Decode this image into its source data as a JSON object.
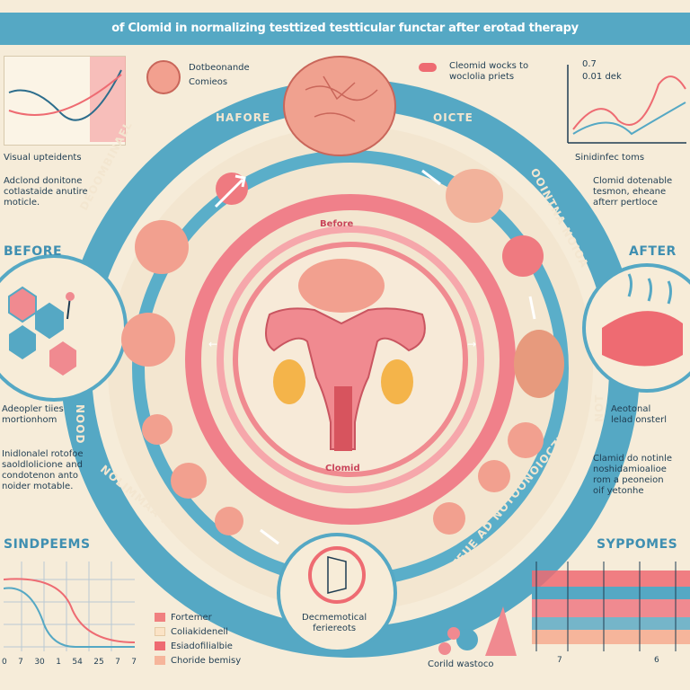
{
  "banner": {
    "title": "of Clomid in normalizing testtized testticular functar after erotad therapy"
  },
  "top_left": {
    "caption": "Visual upteidents",
    "text": "Adclond donitone\ncotlastaide anutire\nmoticle."
  },
  "top_center": {
    "label_1": "Dotbeonande",
    "label_2": "Comieos"
  },
  "top_right_pill": {
    "text": "Cleomid wocks to\nwoclolia priets"
  },
  "top_right_chart": {
    "label_1": "0.7",
    "label_2": "0.01 dek",
    "caption": "Sinidinfec toms"
  },
  "right_text": "Clomid dotenable\ntesmon, eheane\nafterr pertloce",
  "left_heading": "BEFORE",
  "right_heading": "AFTER",
  "left_small": "Adeopler tiies\nmortionhom",
  "left_small_2": "Inidlonalel rotofoe\nsaoldlolicione and\ncondotenon anto\nnoider motable.",
  "right_small": "Aeotonal\nlelad onsterl",
  "right_small_2": "Clamid do notinle\nnoshidamioalioe\nrom a peoneion\noif yetonhe",
  "bottom_left_heading": "SINDPEEMS",
  "bottom_right_heading": "SYPPOMES",
  "ring": {
    "top_left": "HAFORE",
    "top_right": "OICTE",
    "left_arc": "DEOOMBINAEL",
    "right_arc": "OOINTNA NOIOA",
    "bottom_left": "NOLIMMAA ISHIOONCE",
    "bottom_right": "NEGTEUE AD NOTOONOIOCZY",
    "far_left": "NOOD",
    "far_right": "NOT"
  },
  "center": {
    "before": "Before",
    "clomid": "Clomid",
    "arrow_left": "←",
    "arrow_right": "→"
  },
  "bottom_center": {
    "label": "Decmemotical\nferiereots"
  },
  "bottom_right_center": {
    "label": "Corild wastoco"
  },
  "legend": [
    {
      "label": "Fortemer",
      "color": "#f08080"
    },
    {
      "label": "Coliakidenell",
      "color": "#fbe3c6"
    },
    {
      "label": "Esiadofilialbie",
      "color": "#ee6b72"
    },
    {
      "label": "Choride bemisy",
      "color": "#f6b59b"
    }
  ],
  "bottom_left_axis": [
    "0",
    "7",
    "30",
    "1",
    "54",
    "25",
    "7",
    "7"
  ],
  "bottom_right_axis": [
    "7",
    "6"
  ],
  "colors": {
    "blue": "#55a8c4",
    "coral": "#ee6b72",
    "cream": "#f6ecd9",
    "pink": "#f2a19b"
  }
}
